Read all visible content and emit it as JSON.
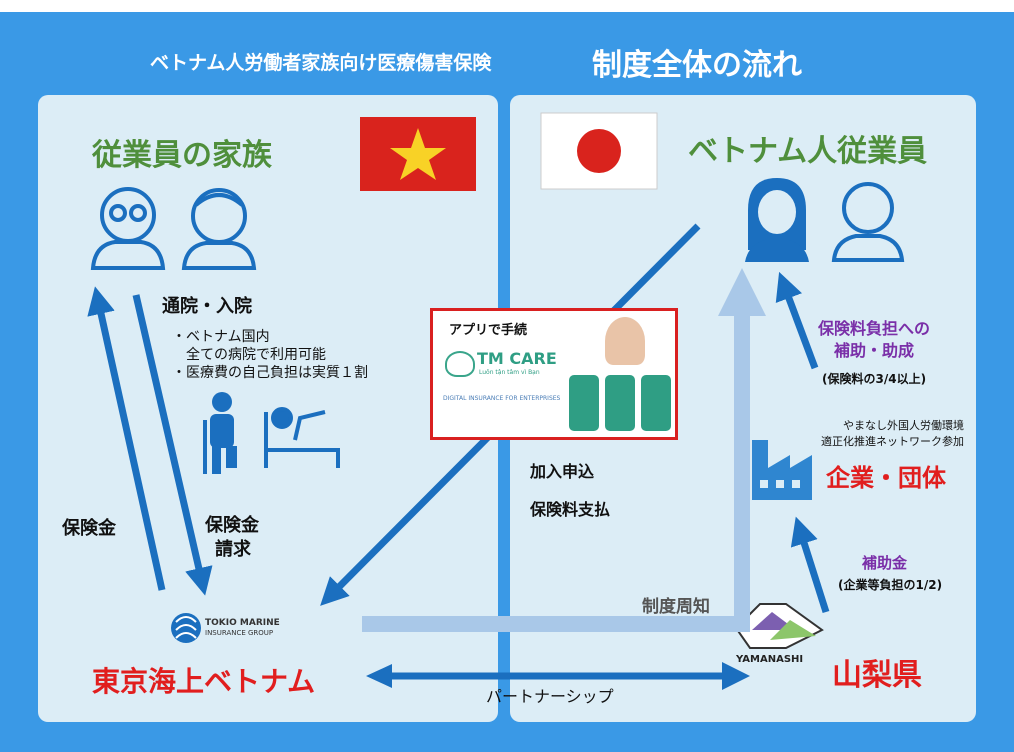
{
  "title": {
    "main": "ベトナム人労働者家族向け医療傷害保険",
    "sub": "制度全体の流れ"
  },
  "left_heading": "従業員の家族",
  "right_heading": "ベトナム人従業員",
  "hospital": {
    "title": "通院・入院",
    "bullet1_line1": "・ベトナム国内",
    "bullet1_line2": "全ての病院で利用可能",
    "bullet2": "・医療費の自己負担は実質１割"
  },
  "app_card": {
    "label": "アプリで手続",
    "brand": "TM CARE",
    "tagline": "Luôn tận tâm vì Bạn",
    "footer": "DIGITAL INSURANCE FOR ENTERPRISES"
  },
  "labels": {
    "insurance_payout": "保険金",
    "claim_line1": "保険金",
    "claim_line2": "請求",
    "enrollment": "加入申込",
    "premium_payment": "保険料支払",
    "awareness": "制度周知",
    "partnership": "パートナーシップ",
    "subsidy_line1": "保険料負担への",
    "subsidy_line2": "補助・助成",
    "subsidy_note": "(保険料の3/4以上)",
    "network_line1": "やまなし外国人労働環境",
    "network_line2": "適正化推進ネットワーク参加",
    "grant": "補助金",
    "grant_note": "(企業等負担の1/2)"
  },
  "entities": {
    "company": "企業・団体",
    "insurer": "東京海上ベトナム",
    "prefecture": "山梨県",
    "tokio_logo_line1": "TOKIO MARINE",
    "tokio_logo_line2": "INSURANCE GROUP",
    "yamanashi_logo": "YAMANASHI"
  },
  "colors": {
    "frame": "#3a99e6",
    "panel": "#dcedf6",
    "arrow": "#1b6fbf",
    "arrow_light": "#a9c8e8",
    "green": "#4f8f3c",
    "red": "#e11e1e",
    "purple": "#7a2fa8"
  }
}
